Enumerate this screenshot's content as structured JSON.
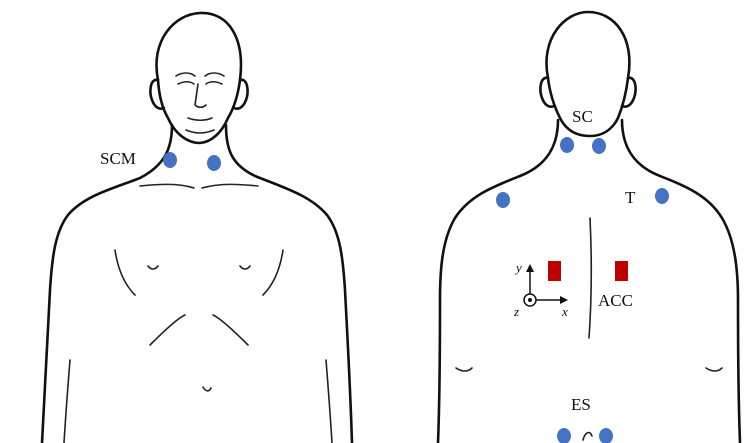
{
  "labels": {
    "scm": "SCM",
    "sc": "SC",
    "t": "T",
    "acc": "ACC",
    "es": "ES"
  },
  "axes": {
    "x": "x",
    "y": "y",
    "z": "z"
  },
  "colors": {
    "electrode": "#4472C4",
    "sensor": "#C00000",
    "outline": "#111111"
  }
}
